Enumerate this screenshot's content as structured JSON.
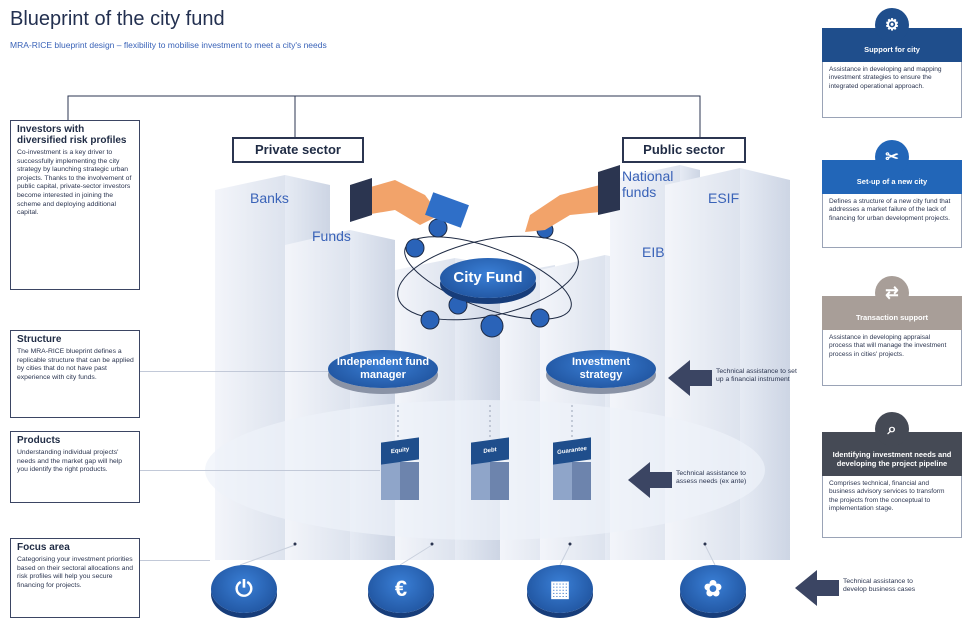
{
  "title": "Blueprint of the city fund",
  "subtitle": "MRA-RICE blueprint design – flexibility to mobilise investment to meet a city's needs",
  "left_boxes": [
    {
      "heading": "Investors with diversified risk profiles",
      "text": "Co-investment is a key driver to successfully implementing the city strategy by launching strategic urban projects. Thanks to the involvement of public capital, private-sector investors become interested in joining the scheme and deploying additional capital."
    },
    {
      "heading": "Structure",
      "text": "The MRA-RICE blueprint defines a replicable structure that can be applied by cities that do not have past experience with city funds."
    },
    {
      "heading": "Products",
      "text": "Understanding individual projects' needs and the market gap will help you identify the right products."
    },
    {
      "heading": "Focus area",
      "text": "Categorising your investment priorities based on their sectoral allocations and risk profiles will help you secure financing for projects."
    }
  ],
  "sectors": {
    "private": "Private sector",
    "public": "Public sector"
  },
  "towers": {
    "banks": "Banks",
    "funds": "Funds",
    "national_funds": "National funds",
    "esif": "ESIF",
    "eib": "EIB"
  },
  "city_fund": "City Fund",
  "fund_manager": "Independent fund manager",
  "investment_strategy": "Investment strategy",
  "products": [
    "Equity",
    "Debt",
    "Guarantee"
  ],
  "tech_assistance": [
    "Technical assistance to set up a financial instrument",
    "Technical assistance to assess needs (ex ante)",
    "Technical assistance to develop business cases"
  ],
  "right_cards": [
    {
      "heading": "Support for city",
      "text": "Assistance in developing and mapping investment strategies to ensure the integrated operational approach.",
      "color": "#1f4e8c",
      "icon": "gears-icon"
    },
    {
      "heading": "Set-up of a new city",
      "text": "Defines a structure of a new city fund that addresses a market failure of the lack of financing for urban development projects.",
      "color": "#2266b8",
      "icon": "tools-icon"
    },
    {
      "heading": "Transaction support",
      "text": "Assistance in developing appraisal process that will manage the investment process in cities' projects.",
      "color": "#a89e98",
      "icon": "sliders-icon"
    },
    {
      "heading": "Identifying investment needs and developing the project pipeline",
      "text": "Comprises technical, financial and business advisory services to transform the projects from the conceptual to implementation stage.",
      "color": "#454a55",
      "icon": "magnifier-icon"
    }
  ],
  "focus_icons": [
    "energy-plug-icon",
    "investment-hand-icon",
    "building-icon",
    "eco-gear-icon"
  ]
}
